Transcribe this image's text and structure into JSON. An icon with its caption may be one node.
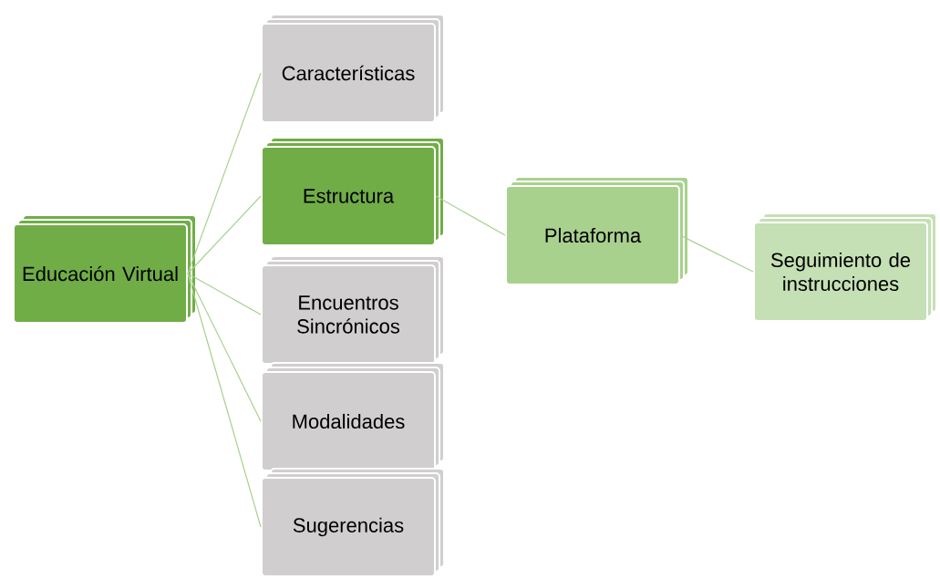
{
  "diagram": {
    "nodes": [
      {
        "text": [
          "Educación Virtual"
        ]
      },
      {
        "text": [
          "Características"
        ]
      },
      {
        "text": [
          "Estructura"
        ]
      },
      {
        "text": [
          "Encuentros Sincrónicos"
        ]
      },
      {
        "text": [
          "Modalidades"
        ]
      },
      {
        "text": [
          "Sugerencias"
        ]
      },
      {
        "text": [
          "Plataforma"
        ]
      },
      {
        "text": [
          "Seguimiento de instrucciones"
        ]
      }
    ],
    "edges": [
      {
        "from": 0,
        "to": 1,
        "arrow": "none"
      },
      {
        "from": 0,
        "to": 2,
        "arrow": "none"
      },
      {
        "from": 0,
        "to": 3,
        "arrow": "none"
      },
      {
        "from": 0,
        "to": 4,
        "arrow": "none"
      },
      {
        "from": 0,
        "to": 5,
        "arrow": "none"
      },
      {
        "from": 2,
        "to": 6,
        "arrow": "none"
      },
      {
        "from": 6,
        "to": 7,
        "arrow": "none"
      }
    ]
  }
}
